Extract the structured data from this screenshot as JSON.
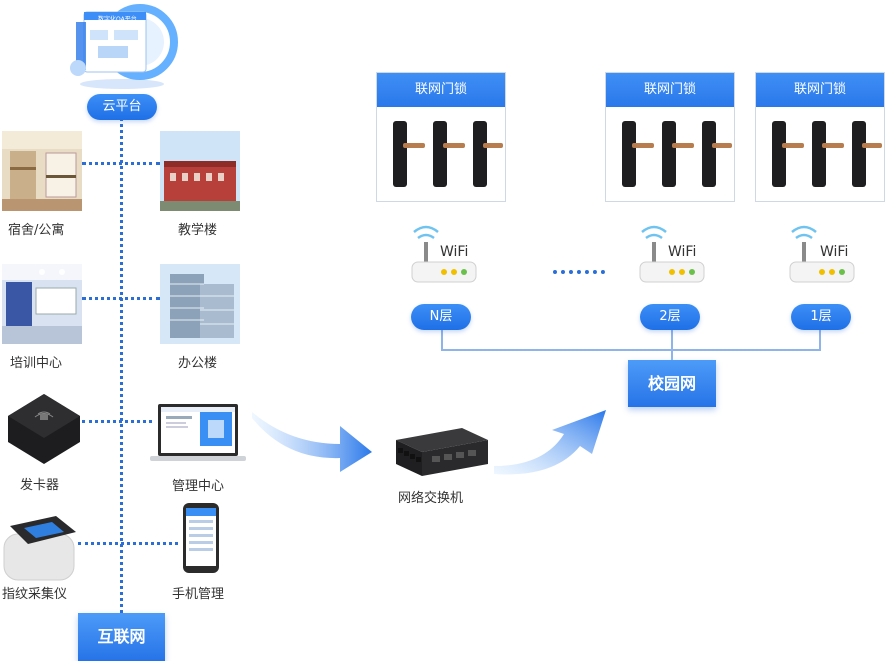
{
  "cloud": {
    "label": "云平台",
    "screen_title": "数字化OA平台"
  },
  "internet": {
    "label": "互联网"
  },
  "campus_net": {
    "label": "校园网"
  },
  "switch": {
    "label": "网络交换机"
  },
  "left_items": [
    {
      "label": "宿舍/公寓"
    },
    {
      "label": "培训中心"
    },
    {
      "label": "发卡器"
    },
    {
      "label": "指纹采集仪"
    }
  ],
  "right_items": [
    {
      "label": "教学楼"
    },
    {
      "label": "办公楼"
    },
    {
      "label": "管理中心"
    },
    {
      "label": "手机管理"
    }
  ],
  "lock_cards": [
    {
      "title": "联网门锁"
    },
    {
      "title": "联网门锁"
    },
    {
      "title": "联网门锁"
    }
  ],
  "wifi": [
    {
      "label": "WiFi"
    },
    {
      "label": "WiFi"
    },
    {
      "label": "WiFi"
    }
  ],
  "floors": [
    {
      "label": "N层"
    },
    {
      "label": "2层"
    },
    {
      "label": "1层"
    }
  ],
  "colors": {
    "accent": "#2a78ea",
    "dots": "#2b6fd6",
    "line": "#8fb4ea"
  }
}
